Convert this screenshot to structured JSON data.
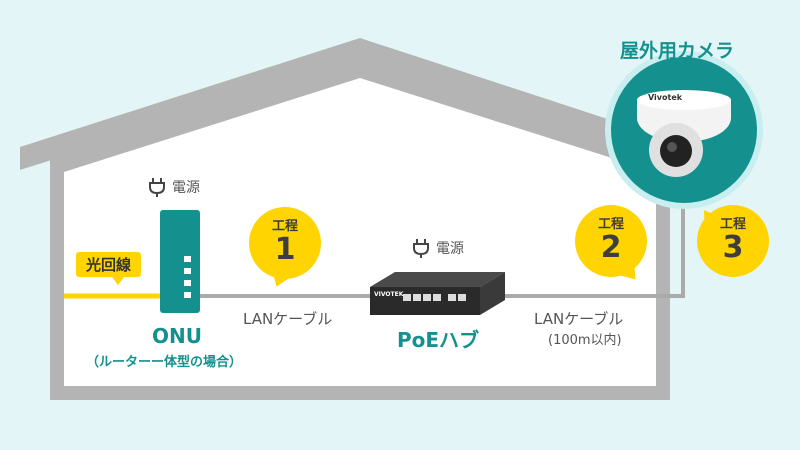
{
  "camera_title": "屋外用カメラ",
  "camera_brand": "Vivotek",
  "power_label": "電源",
  "fiber_label": "光回線",
  "onu": {
    "name": "ONU",
    "note": "（ルーターー体型の場合）"
  },
  "poe_hub": {
    "name": "PoEハブ",
    "brand": "VIVOTEK"
  },
  "cable_1": {
    "label": "LANケーブル"
  },
  "cable_2": {
    "label": "LANケーブル",
    "note": "(100m以内)"
  },
  "steps": [
    {
      "word": "工程",
      "number": "1"
    },
    {
      "word": "工程",
      "number": "2"
    },
    {
      "word": "工程",
      "number": "3"
    }
  ],
  "colors": {
    "teal": "#14918f",
    "yellow": "#ffd400",
    "house_outline": "#b4b4b4",
    "cable": "#aaaaaa",
    "background": "#e3f5f7"
  }
}
